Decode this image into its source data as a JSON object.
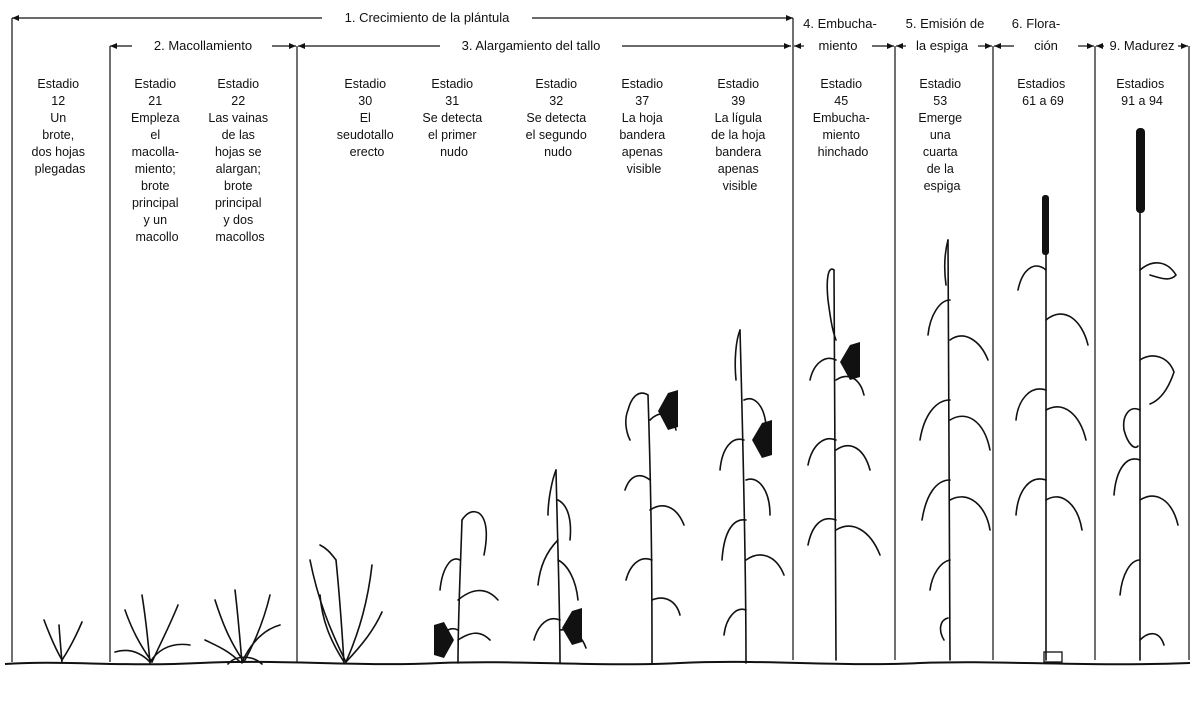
{
  "phases": {
    "p1": "1. Crecimiento de la plántula",
    "p2": "2. Macollamiento",
    "p3": "3. Alargamiento del tallo",
    "p4a": "4. Embucha-",
    "p4b": "miento",
    "p5a": "5. Emisión de",
    "p5b": "la espiga",
    "p6a": "6. Flora-",
    "p6b": "ción",
    "p9": "9. Madurez"
  },
  "stages": [
    {
      "lines": [
        "Estadio",
        "12",
        "Un",
        "brote,",
        "dos hojas",
        "plegadas"
      ]
    },
    {
      "lines": [
        "Estadio",
        "21",
        "Empleza",
        "el",
        "macolla-",
        "miento;",
        "brote",
        "principal",
        "y un",
        "macollo"
      ]
    },
    {
      "lines": [
        "Estadio",
        "22",
        "Las vainas",
        "de las",
        "hojas se",
        "alargan;",
        "brote",
        "principal",
        "y dos",
        "macollos"
      ]
    },
    {
      "lines": [
        "Estadio",
        "30",
        "El",
        "seudotallo",
        "erecto"
      ]
    },
    {
      "lines": [
        "Estadio",
        "31",
        "Se detecta",
        "el primer",
        "nudo"
      ]
    },
    {
      "lines": [
        "Estadio",
        "32",
        "Se detecta",
        "el segundo",
        "nudo"
      ]
    },
    {
      "lines": [
        "Estadio",
        "37",
        "La hoja",
        "bandera",
        "apenas",
        "visible"
      ]
    },
    {
      "lines": [
        "Estadio",
        "39",
        "La lígula",
        "de la hoja",
        "bandera",
        "apenas",
        "visible"
      ]
    },
    {
      "lines": [
        "Estadio",
        "45",
        "Embucha-",
        "miento",
        "hinchado"
      ]
    },
    {
      "lines": [
        "Estadio",
        "53",
        "Emerge",
        "una",
        "cuarta",
        "de la",
        "espiga"
      ]
    },
    {
      "lines": [
        "Estadios",
        "61 a 69"
      ]
    },
    {
      "lines": [
        "Estadios",
        "91 a 94"
      ]
    }
  ]
}
